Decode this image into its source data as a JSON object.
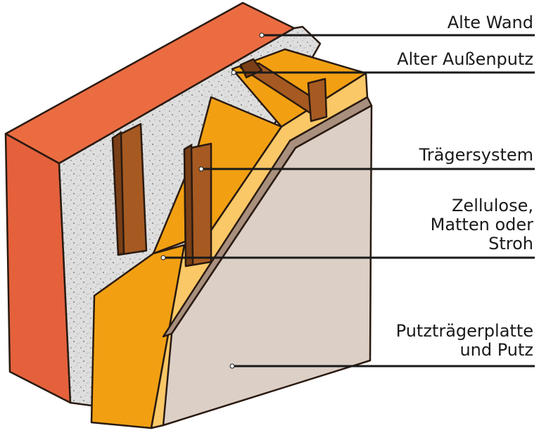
{
  "labels": {
    "alte_wand": "Alte Wand",
    "alter_aussenputz": "Alter Außenputz",
    "traegersystem": "Trägersystem",
    "daemmung_1": "Zellulose,",
    "daemmung_2": "Matten oder",
    "daemmung_3": "Stroh",
    "platte_1": "Putzträgerplatte",
    "platte_2": "und Putz"
  },
  "colors": {
    "wall_front": "#e4613c",
    "wall_top": "#ec6c42",
    "plaster": "#dcdcdc",
    "insulation": "#f2a012",
    "insulation_light": "#fbc867",
    "timber": "#a65a22",
    "timber_dark": "#7a3f17",
    "board": "#dbcfc6",
    "board_edge": "#a88f7e",
    "leader": "#1a1a1a"
  }
}
